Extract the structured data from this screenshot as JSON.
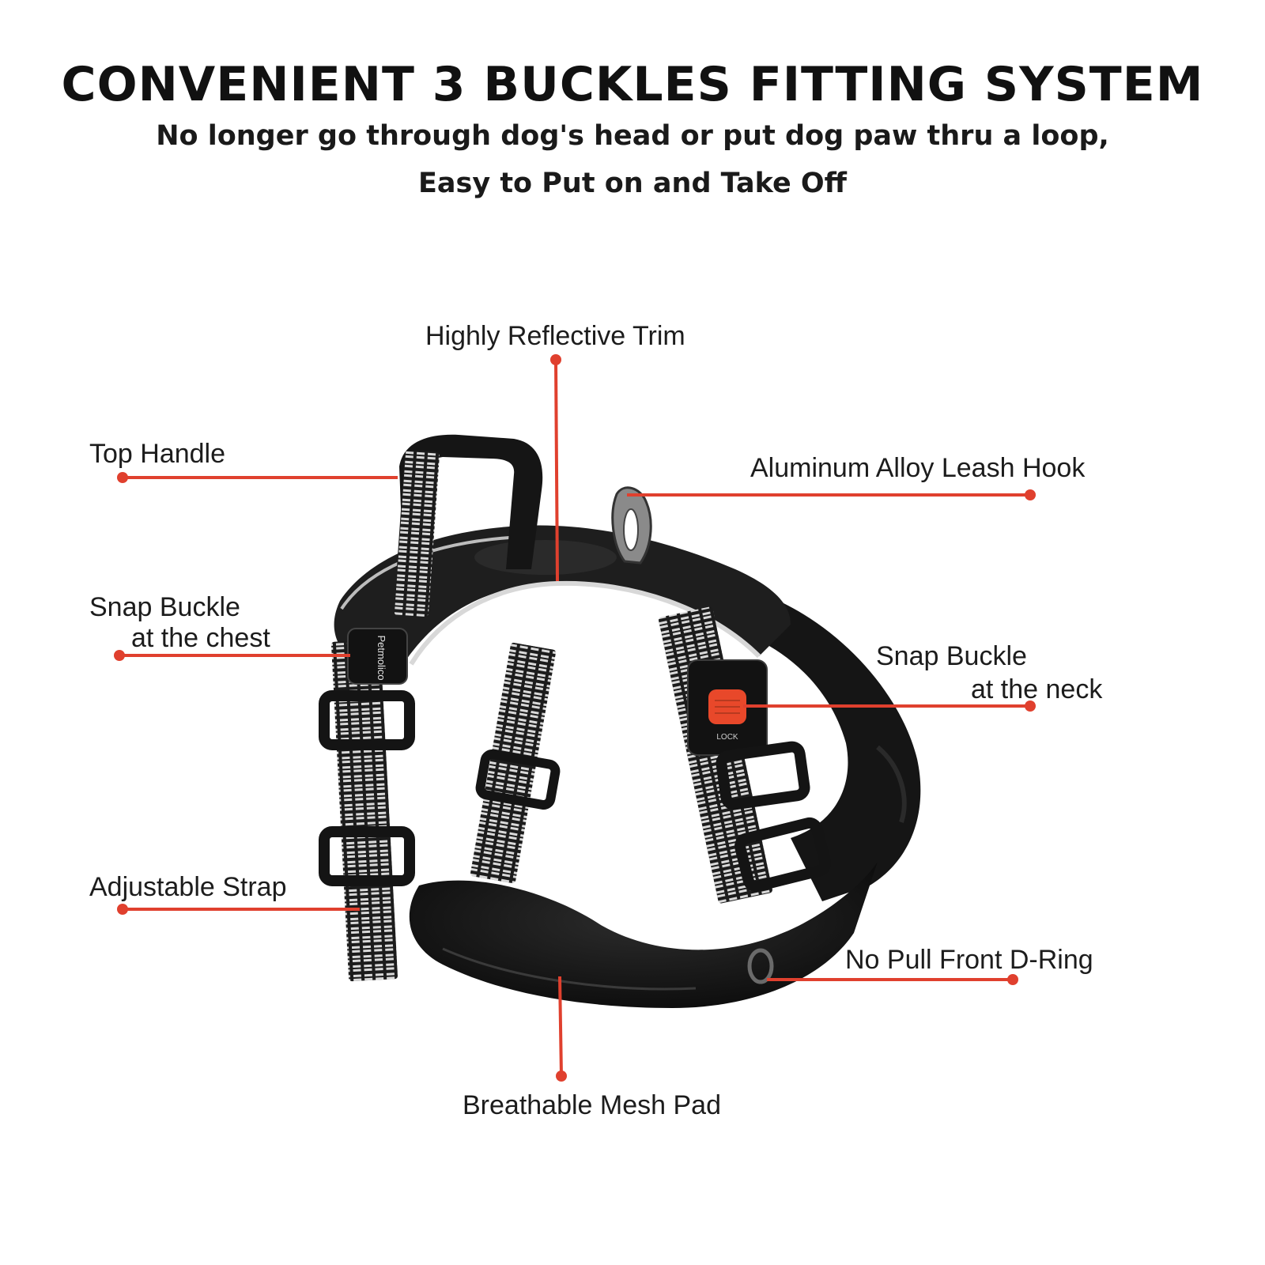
{
  "header": {
    "title": "CONVENIENT 3 BUCKLES FITTING SYSTEM",
    "subtitle_line1": "No longer go through dog's head or put dog paw thru a loop,",
    "subtitle_line2": "Easy to Put on and Take Off"
  },
  "callouts": {
    "reflective_trim": "Highly Reflective Trim",
    "top_handle": "Top Handle",
    "leash_hook": "Aluminum Alloy Leash Hook",
    "chest_buckle_line1": "Snap Buckle",
    "chest_buckle_line2": "at the chest",
    "neck_buckle_line1": "Snap Buckle",
    "neck_buckle_line2": "at the neck",
    "adjustable_strap": "Adjustable Strap",
    "d_ring": "No Pull Front D-Ring",
    "mesh_pad": "Breathable Mesh Pad"
  },
  "product": {
    "brand_mark": "Petmolico",
    "lock_mark": "LOCK"
  },
  "colors": {
    "callout_line": "#e0402e",
    "harness_body": "#1b1b1b",
    "reflective": "#d8d8d8",
    "lock_button": "#e8482a",
    "text": "#1c1c1c"
  }
}
